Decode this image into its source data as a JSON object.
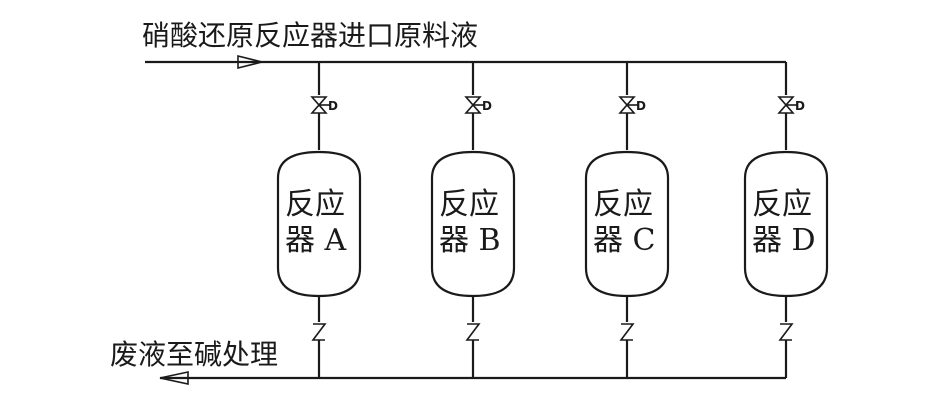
{
  "inlet_label": "硝酸还原反应器进口原料液",
  "outlet_label": "废液至碱处理",
  "reactors": [
    {
      "name_line1": "反应",
      "name_line2": "器 A",
      "valve_tag": "D"
    },
    {
      "name_line1": "反应",
      "name_line2": "器 B",
      "valve_tag": "D"
    },
    {
      "name_line1": "反应",
      "name_line2": "器 C",
      "valve_tag": "D"
    },
    {
      "name_line1": "反应",
      "name_line2": "器 D",
      "valve_tag": "D"
    }
  ]
}
